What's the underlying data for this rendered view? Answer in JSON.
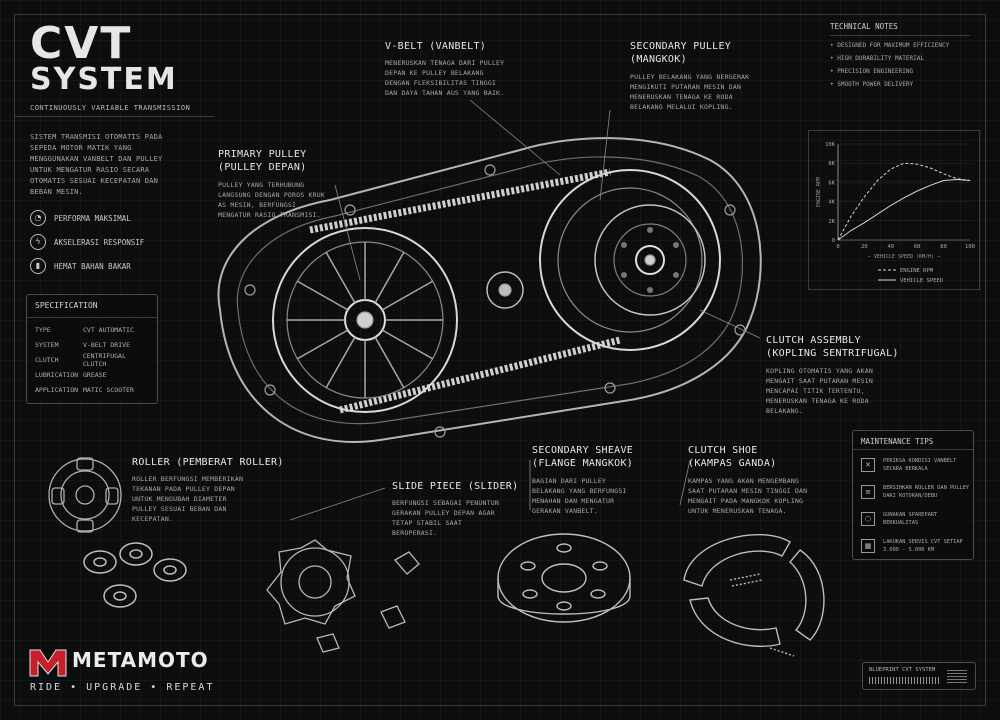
{
  "header": {
    "title_line1": "CVT",
    "title_line2": "SYSTEM",
    "subtitle": "CONTINUOUSLY VARIABLE TRANSMISSION",
    "intro": "SISTEM TRANSMISI OTOMATIS PADA SEPEDA MOTOR MATIK YANG MENGGUNAKAN VANBELT DAN PULLEY UNTUK MENGATUR RASIO SECARA OTOMATIS SESUAI KECEPATAN DAN BEBAN MESIN."
  },
  "features": [
    {
      "icon": "gauge-icon",
      "label": "PERFORMA MAKSIMAL"
    },
    {
      "icon": "bolt-icon",
      "label": "AKSELERASI RESPONSIF"
    },
    {
      "icon": "fuel-icon",
      "label": "HEMAT BAHAN BAKAR"
    }
  ],
  "specification": {
    "title": "SPECIFICATION",
    "rows": [
      {
        "key": "TYPE",
        "value": "CVT AUTOMATIC"
      },
      {
        "key": "SYSTEM",
        "value": "V-BELT DRIVE"
      },
      {
        "key": "CLUTCH",
        "value": "CENTRIFUGAL CLUTCH"
      },
      {
        "key": "LUBRICATION",
        "value": "GREASE"
      },
      {
        "key": "APPLICATION",
        "value": "MATIC SCOOTER"
      }
    ]
  },
  "callouts": {
    "vbelt": {
      "title": "V-BELT (VANBELT)",
      "text": "MENERUSKAN TENAGA DARI PULLEY DEPAN KE PULLEY BELAKANG DENGAN FLEKSIBILITAS TINGGI DAN DAYA TAHAN AUS YANG BAIK."
    },
    "secondary_pulley": {
      "title1": "SECONDARY PULLEY",
      "title2": "(MANGKOK)",
      "text": "PULLEY BELAKANG YANG BERGERAK MENGIKUTI PUTARAN MESIN DAN MENERUSKAN TENAGA KE RODA BELAKANG MELALUI KOPLING."
    },
    "primary_pulley": {
      "title1": "PRIMARY PULLEY",
      "title2": "(PULLEY DEPAN)",
      "text": "PULLEY YANG TERHUBUNG LANGSUNG DENGAN POROS KRUK AS MESIN, BERFUNGSI MENGATUR RASIO TRANSMISI."
    },
    "clutch_assembly": {
      "title1": "CLUTCH ASSEMBLY",
      "title2": "(KOPLING SENTRIFUGAL)",
      "text": "KOPLING OTOMATIS YANG AKAN MENGAIT SAAT PUTARAN MESIN MENCAPAI TITIK TERTENTU, MENERUSKAN TENAGA KE RODA BELAKANG."
    },
    "roller": {
      "title1": "ROLLER (PEMBERAT ROLLER)",
      "text": "ROLLER BERFUNGSI MEMBERIKAN TEKANAN PADA PULLEY DEPAN UNTUK MENGUBAH DIAMETER PULLEY SESUAI BEBAN DAN KECEPATAN."
    },
    "slide_piece": {
      "title1": "SLIDE PIECE (SLIDER)",
      "text": "BERFUNGSI SEBAGAI PENUNTUN GERAKAN PULLEY DEPAN AGAR TETAP STABIL SAAT BEROPERASI."
    },
    "secondary_sheave": {
      "title1": "SECONDARY SHEAVE",
      "title2": "(FLANGE MANGKOK)",
      "text": "BAGIAN DARI PULLEY BELAKANG YANG BERFUNGSI MENAHAN DAN MENGATUR GERAKAN VANBELT."
    },
    "clutch_shoe": {
      "title1": "CLUTCH SHOE",
      "title2": "(KAMPAS GANDA)",
      "text": "KAMPAS YANG AKAN MENGEMBANG SAAT PUTARAN MESIN TINGGI DAN MENGAIT PADA MANGKOK KOPLING UNTUK MENERUSKAN TENAGA."
    }
  },
  "technical_notes": {
    "title": "TECHNICAL NOTES",
    "items": [
      "DESIGNED FOR MAXIMUM EFFICIENCY",
      "HIGH DURABILITY MATERIAL",
      "PRECISION ENGINEERING",
      "SMOOTH POWER DELIVERY"
    ]
  },
  "chart_data": {
    "type": "line",
    "ylabel": "ENGINE RPM",
    "xlabel": "VEHICLE SPEED (KM/H)",
    "x_ticks": [
      "0",
      "20",
      "40",
      "60",
      "80",
      "100"
    ],
    "y_ticks": [
      "0",
      "2K",
      "4K",
      "6K",
      "8K",
      "10K"
    ],
    "xlim": [
      0,
      100
    ],
    "ylim": [
      0,
      10000
    ],
    "series": [
      {
        "name": "ENGINE RPM",
        "style": "dashed",
        "x": [
          0,
          10,
          20,
          30,
          40,
          50,
          60,
          70,
          80,
          90,
          100
        ],
        "y": [
          0,
          2500,
          4500,
          6200,
          7400,
          8000,
          7900,
          7500,
          6900,
          6400,
          6200
        ]
      },
      {
        "name": "VEHICLE SPEED",
        "style": "solid",
        "x": [
          0,
          10,
          20,
          30,
          40,
          50,
          60,
          70,
          80,
          90,
          100
        ],
        "y": [
          0,
          1000,
          1800,
          2700,
          3600,
          4400,
          5100,
          5700,
          6200,
          6300,
          6200
        ]
      }
    ]
  },
  "maintenance": {
    "title": "MAINTENANCE TIPS",
    "tips": [
      {
        "icon": "wrench-icon",
        "text": "PERIKSA KONDISI VANBELT SECARA BERKALA"
      },
      {
        "icon": "brush-icon",
        "text": "BERSIHKAN ROLLER DAN PULLEY DARI KOTORAN/DEBU"
      },
      {
        "icon": "part-icon",
        "text": "GUNAKAN SPAREPART BERKUALITAS"
      },
      {
        "icon": "calendar-icon",
        "text": "LAKUKAN SERVIS CVT SETIAP 3.000 - 5.000 KM"
      }
    ]
  },
  "footer": {
    "brand": "METAMOTO",
    "tagline": "RIDE • UPGRADE • REPEAT",
    "stamp": "BLUEPRINT CVT SYSTEM"
  }
}
